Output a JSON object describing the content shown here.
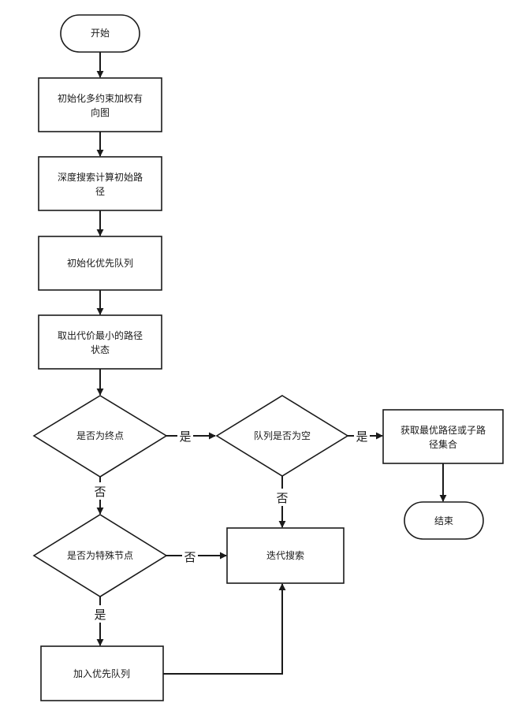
{
  "nodes": {
    "start": "开始",
    "init_graph_1": "初始化多约束加权有",
    "init_graph_2": "向图",
    "dfs_1": "深度搜索计算初始路",
    "dfs_2": "径",
    "init_queue": "初始化优先队列",
    "pop_1": "取出代价最小的路径",
    "pop_2": "状态",
    "is_end": "是否为终点",
    "queue_empty": "队列是否为空",
    "get_best_1": "获取最优路径或子路",
    "get_best_2": "径集合",
    "end": "结束",
    "is_special": "是否为特殊节点",
    "iterate": "迭代搜索",
    "enqueue": "加入优先队列"
  },
  "edges": {
    "end_yes": "是",
    "end_no": "否",
    "empty_yes": "是",
    "empty_no": "否",
    "special_no": "否",
    "special_yes": "是"
  }
}
